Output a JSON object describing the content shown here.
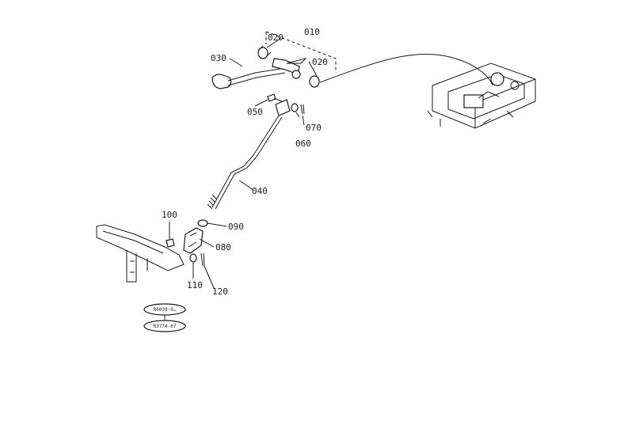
{
  "callouts": {
    "c010": "010",
    "c020a": "020",
    "c020b": "020",
    "c030": "030",
    "c040": "040",
    "c050": "050",
    "c060": "060",
    "c070": "070",
    "c080": "080",
    "c090": "090",
    "c100": "100",
    "c110": "110",
    "c120": "120"
  },
  "reference_codes": {
    "upper": "R0039-0…",
    "lower": "R3774-07"
  }
}
